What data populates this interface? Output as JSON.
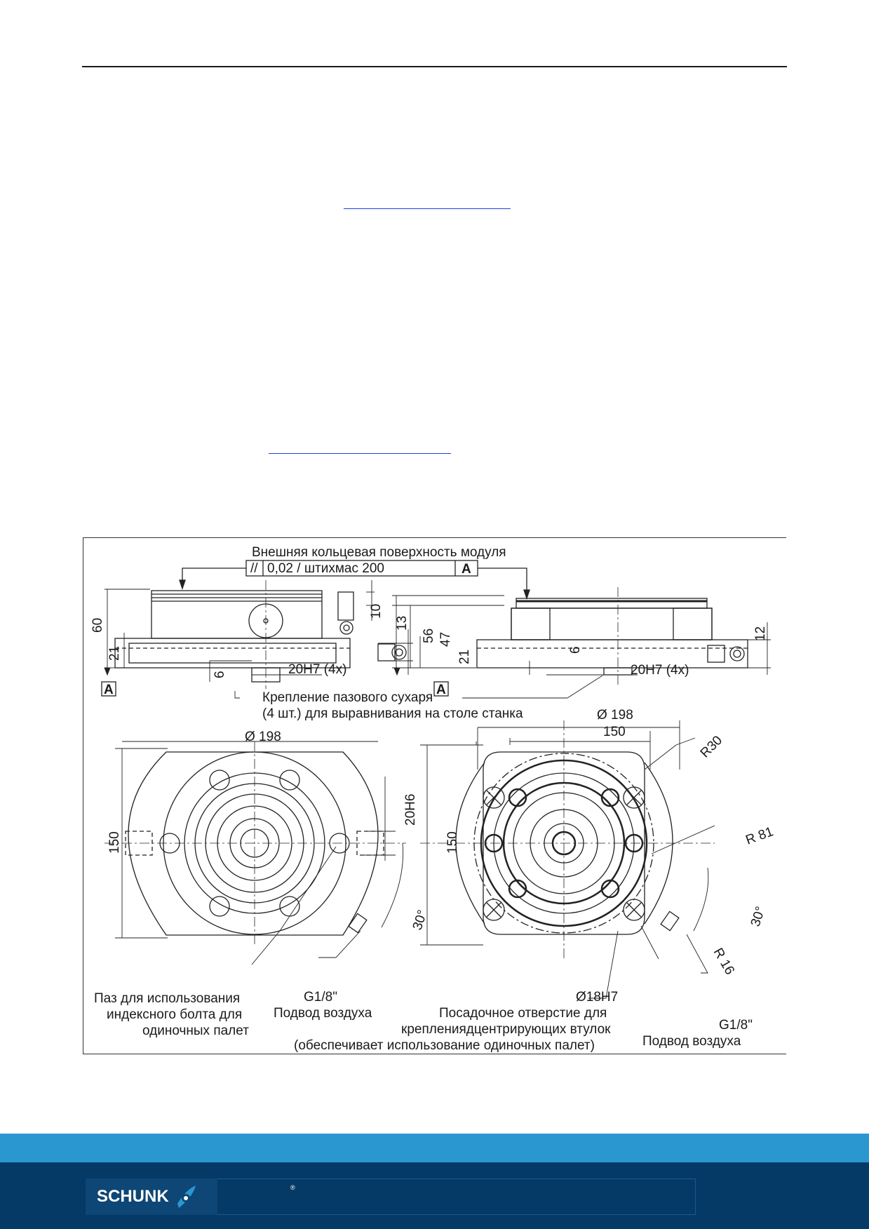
{
  "labels": {
    "outer_surface": "Внешняя кольцевая поверхность модуля",
    "tolerance_symbol": "//",
    "tolerance_value": "0,02 / штихмас 200",
    "datum": "A",
    "slot_note_1": "Крепление пазового сухаря",
    "slot_note_2": "(4 шт.) для выравнивания на столе станка",
    "groove_1": "Паз для использования",
    "groove_2": "индексного болта для",
    "groove_3": "одиночных палет",
    "thread_left": "G1/8\"",
    "air_left": "Подвод воздуха",
    "bore": "Ø18H7",
    "bore_note_1": "Посадочное отверстие для",
    "bore_note_2": "креплениядцентрирующих втулок",
    "bore_note_3": "(обеспечивает использование одиночных палет)",
    "thread_right": "G1/8\"",
    "air_right": "Подвод воздуха"
  },
  "dims": {
    "h60": "60",
    "h21": "21",
    "h10": "10",
    "h13": "13",
    "h6": "6",
    "slot_left": "20H7 (4x)",
    "h56": "56",
    "h47": "47",
    "h21b": "21",
    "h6b": "6",
    "h12": "12",
    "slot_right": "20H7 (4x)",
    "d198_left": "Ø 198",
    "w150_left": "150",
    "w20h6": "20H6",
    "a30_left": "30°",
    "d198_right": "Ø 198",
    "w150_top": "150",
    "w150_right": "150",
    "r30": "R30",
    "r81": "R 81",
    "r16": "R 16",
    "a30_right": "30°"
  },
  "footer": {
    "brand": "SCHUNK",
    "reg": "®"
  },
  "colors": {
    "link": "#1f3fe0",
    "footer_light": "#2a97d0",
    "footer_dark": "#053a66"
  }
}
